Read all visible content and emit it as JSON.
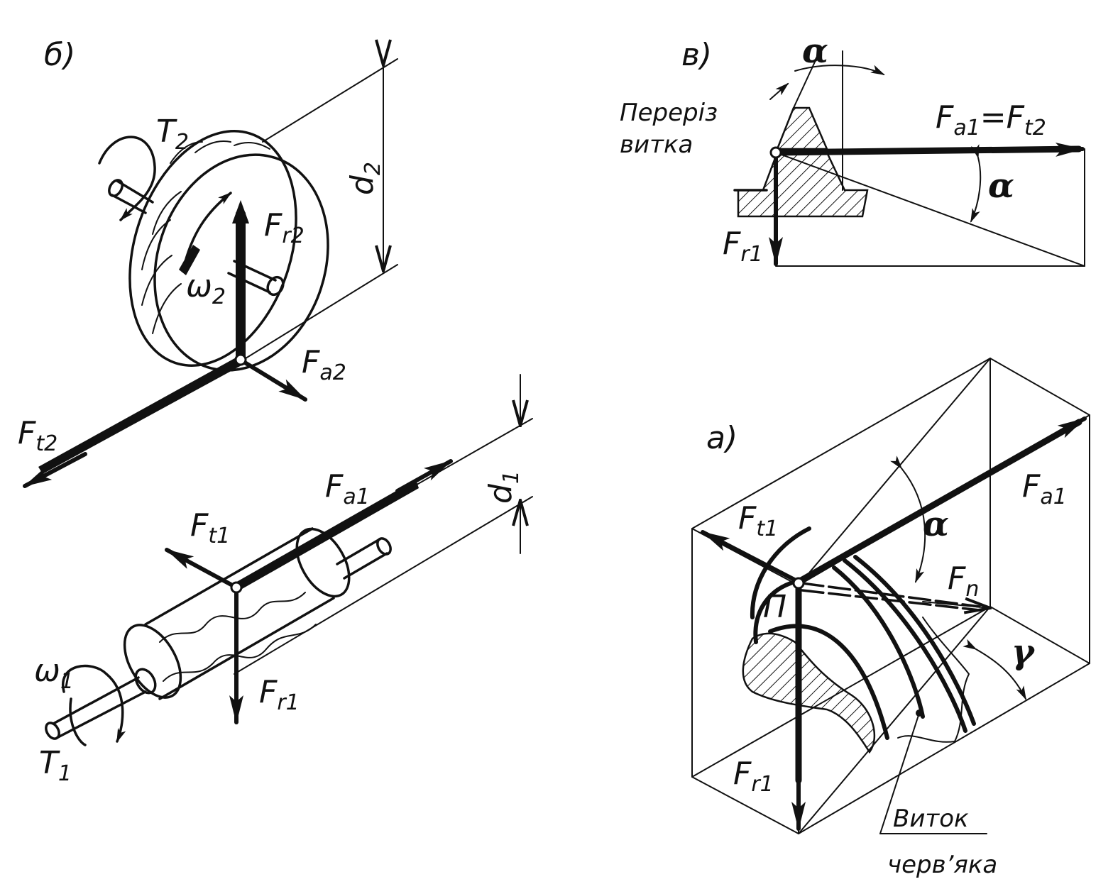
{
  "panels": {
    "b": {
      "label": "б)",
      "T2": "T",
      "T2_sub": "2",
      "omega2": "ω",
      "omega2_sub": "2",
      "d2": "d",
      "d2_sub": "2",
      "Fr2": "F",
      "Fr2_sub": "r2",
      "Fa2": "F",
      "Fa2_sub": "a2",
      "Ft2": "F",
      "Ft2_sub": "t2",
      "Fa1": "F",
      "Fa1_sub": "a1",
      "d1": "d",
      "d1_sub": "1",
      "Ft1": "F",
      "Ft1_sub": "t1",
      "Fr1": "F",
      "Fr1_sub": "r1",
      "omega1": "ω",
      "omega1_sub": "1",
      "T1": "T",
      "T1_sub": "1"
    },
    "v": {
      "label": "в)",
      "section_line1": "Переріз",
      "section_line2": "витка",
      "alpha_top": "α",
      "alpha_side": "α",
      "Fa1": "F",
      "Fa1_sub": "a1",
      "equals": "=",
      "Ft2": "F",
      "Ft2_sub": "t2",
      "Fr1": "F",
      "Fr1_sub": "r1"
    },
    "a": {
      "label": "а)",
      "Fa1": "F",
      "Fa1_sub": "a1",
      "Ft1": "F",
      "Ft1_sub": "t1",
      "alpha": "α",
      "Fn": "F",
      "Fn_sub": "n",
      "P": "П",
      "gamma": "γ",
      "Fr1": "F",
      "Fr1_sub": "r1",
      "coil_line1": "Виток",
      "coil_line2": "черв’яка"
    }
  }
}
